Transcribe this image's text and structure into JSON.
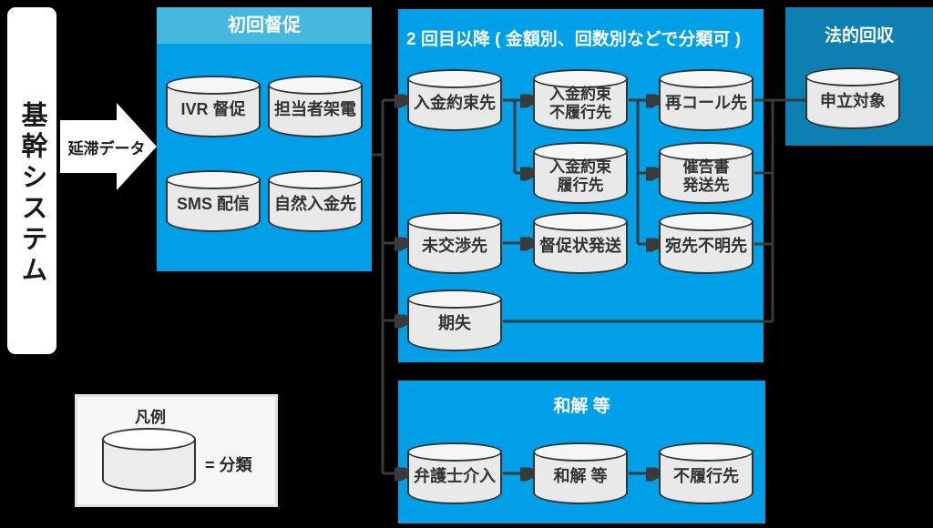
{
  "core_system": {
    "title": "基幹システム"
  },
  "flow": {
    "arrow_label": "延滞データ"
  },
  "stages": {
    "first_reminder": {
      "title": "初回督促",
      "cylinders": [
        {
          "label": "IVR 督促"
        },
        {
          "label": "担当者架電"
        },
        {
          "label": "SMS 配信"
        },
        {
          "label": "自然入金先"
        }
      ]
    },
    "second_round": {
      "title": "2 回目以降 ( 金額別、回数別などで分類可 )",
      "cylinders": [
        {
          "label": "入金約束先"
        },
        {
          "label": "入金約束\n不履行先"
        },
        {
          "label": "再コール先"
        },
        {
          "label": "入金約束\n履行先"
        },
        {
          "label": "催告書\n発送先"
        },
        {
          "label": "未交渉先"
        },
        {
          "label": "督促状発送"
        },
        {
          "label": "宛先不明先"
        },
        {
          "label": "期失"
        }
      ]
    },
    "legal_recovery": {
      "title": "法的回収",
      "cylinders": [
        {
          "label": "申立対象"
        }
      ]
    },
    "settlement": {
      "title": "和解 等",
      "cylinders": [
        {
          "label": "弁護士介入"
        },
        {
          "label": "和解 等"
        },
        {
          "label": "不履行先"
        }
      ]
    }
  },
  "legend": {
    "title": "凡例",
    "meaning": "= 分類"
  },
  "colors": {
    "primary_blue": "#00a0e9",
    "header_blue": "#45b8e0",
    "dark_blue": "#0d7fb2",
    "background": "#000000",
    "cylinder_fill": "#e9e9e9",
    "connector": "#3a3a3a"
  }
}
